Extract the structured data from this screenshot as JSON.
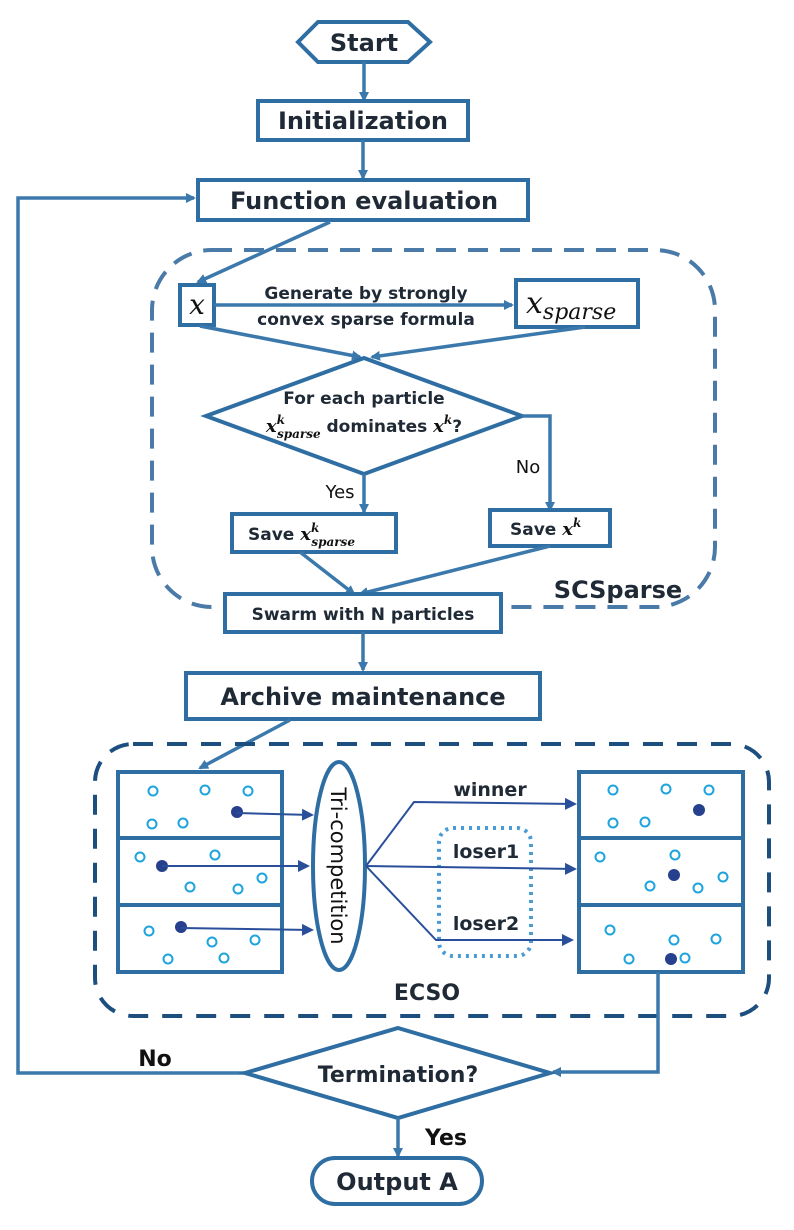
{
  "flowchart": {
    "start": "Start",
    "initialization": "Initialization",
    "function_evaluation": "Function evaluation",
    "x_symbol": "x",
    "generate_label_line1": "Generate by strongly",
    "generate_label_line2": "convex sparse formula",
    "x_sparse_base": "x",
    "x_sparse_sub": "sparse",
    "decision_line1": "For each particle",
    "decision_x": "x",
    "decision_sup": "k",
    "decision_sub": "sparse",
    "decision_mid": " dominates ",
    "decision_x2": "x",
    "decision_sup2": "k",
    "decision_q": "?",
    "yes_label": "Yes",
    "no_label": "No",
    "save_sparse_prefix": "Save ",
    "save_sparse_x": "x",
    "save_sparse_sup": "k",
    "save_sparse_sub": "sparse",
    "save_x_prefix": "Save ",
    "save_x_x": "x",
    "save_x_sup": "k",
    "swarm": "Swarm with N particles",
    "scsparse_label": "SCSparse",
    "archive": "Archive maintenance",
    "tri_competition": "Tri-competition",
    "winner": "winner",
    "loser1": "loser1",
    "loser2": "loser2",
    "ecso_label": "ECSO",
    "termination": "Termination?",
    "term_no": "No",
    "term_yes": "Yes",
    "output": "Output A"
  },
  "colors": {
    "stroke": "#2f6ea3",
    "ecso_dash": "#1d4f7e",
    "scsparse_dash": "#4a7aa8",
    "hollow_particle": "#1ea4dd",
    "filled_particle": "#26408e",
    "arrow_dark": "#2a4f9a"
  }
}
